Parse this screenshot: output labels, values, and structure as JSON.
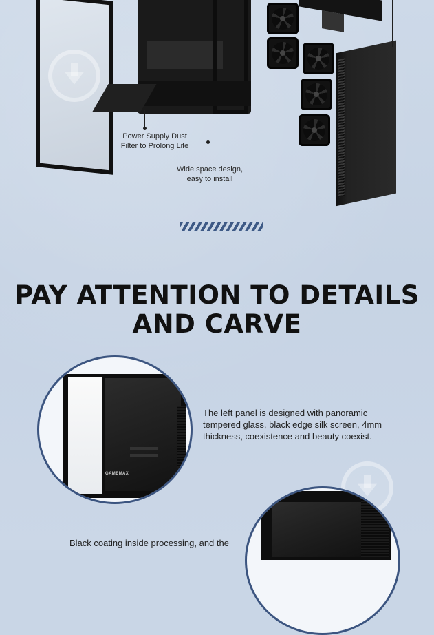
{
  "exploded_view": {
    "callouts": {
      "dust_filter_line1": "Power Supply Dust",
      "dust_filter_line2": "Filter to Prolong Life",
      "wide_space_line1": "Wide space design,",
      "wide_space_line2": "easy to install"
    },
    "fan_count": 5
  },
  "section": {
    "headline_line1": "PAY ATTENTION TO DETAILS",
    "headline_line2": "AND CARVE"
  },
  "details": {
    "left_panel_line1": "The left panel is designed with panoramic",
    "left_panel_line2": "tempered glass, black edge silk screen, 4mm",
    "left_panel_line3": "thickness, coexistence and beauty coexist.",
    "black_coating_line1": "Black coating inside processing, and the",
    "case_brand": "GAMEMAX"
  },
  "icons": [
    "download-watermark-icon",
    "download-watermark-icon"
  ],
  "colors": {
    "background": "#c9d6e6",
    "accent": "#3c5580",
    "text": "#111111"
  }
}
